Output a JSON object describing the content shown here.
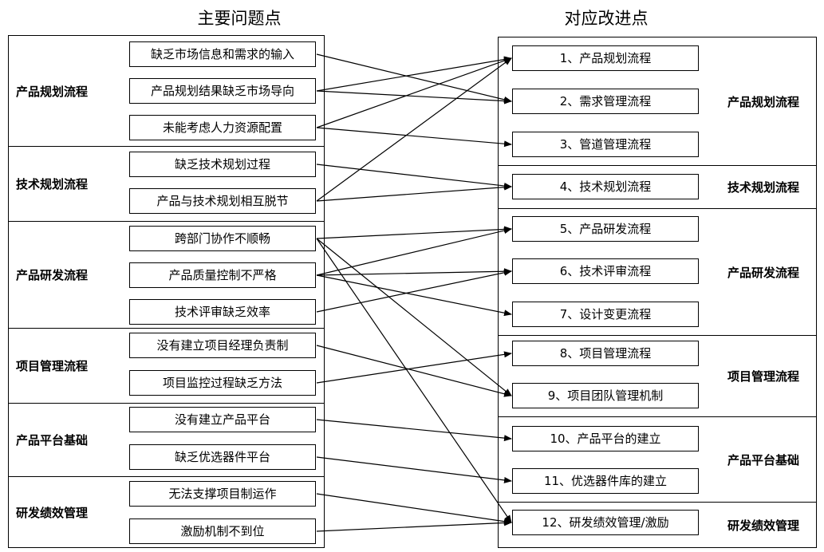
{
  "left_title": "主要问题点",
  "right_title": "对应改进点",
  "left_groups": [
    {
      "label": "产品规划流程",
      "items": [
        "缺乏市场信息和需求的输入",
        "产品规划结果缺乏市场导向",
        "未能考虑人力资源配置"
      ]
    },
    {
      "label": "技术规划流程",
      "items": [
        "缺乏技术规划过程",
        "产品与技术规划相互脱节"
      ]
    },
    {
      "label": "产品研发流程",
      "items": [
        "跨部门协作不顺畅",
        "产品质量控制不严格",
        "技术评审缺乏效率"
      ]
    },
    {
      "label": "项目管理流程",
      "items": [
        "没有建立项目经理负责制",
        "项目监控过程缺乏方法"
      ]
    },
    {
      "label": "产品平台基础",
      "items": [
        "没有建立产品平台",
        "缺乏优选器件平台"
      ]
    },
    {
      "label": "研发绩效管理",
      "items": [
        "无法支撑项目制运作",
        "激励机制不到位"
      ]
    }
  ],
  "right_groups": [
    {
      "label": "产品规划流程",
      "items": [
        "1、产品规划流程",
        "2、需求管理流程",
        "3、管道管理流程"
      ]
    },
    {
      "label": "技术规划流程",
      "items": [
        "4、技术规划流程"
      ]
    },
    {
      "label": "产品研发流程",
      "items": [
        "5、产品研发流程",
        "6、技术评审流程",
        "7、设计变更流程"
      ]
    },
    {
      "label": "项目管理流程",
      "items": [
        "8、项目管理流程",
        "9、项目团队管理机制"
      ]
    },
    {
      "label": "产品平台基础",
      "items": [
        "10、产品平台的建立",
        "11、优选器件库的建立"
      ]
    },
    {
      "label": "研发绩效管理",
      "items": [
        "12、研发绩效管理/激励"
      ]
    }
  ],
  "links": [
    [
      0,
      1
    ],
    [
      1,
      0
    ],
    [
      1,
      1
    ],
    [
      2,
      0
    ],
    [
      2,
      2
    ],
    [
      3,
      3
    ],
    [
      4,
      0
    ],
    [
      4,
      3
    ],
    [
      5,
      4
    ],
    [
      5,
      8
    ],
    [
      5,
      11
    ],
    [
      6,
      4
    ],
    [
      6,
      5
    ],
    [
      6,
      6
    ],
    [
      7,
      5
    ],
    [
      8,
      8
    ],
    [
      9,
      7
    ],
    [
      10,
      9
    ],
    [
      11,
      10
    ],
    [
      12,
      11
    ],
    [
      13,
      11
    ]
  ]
}
